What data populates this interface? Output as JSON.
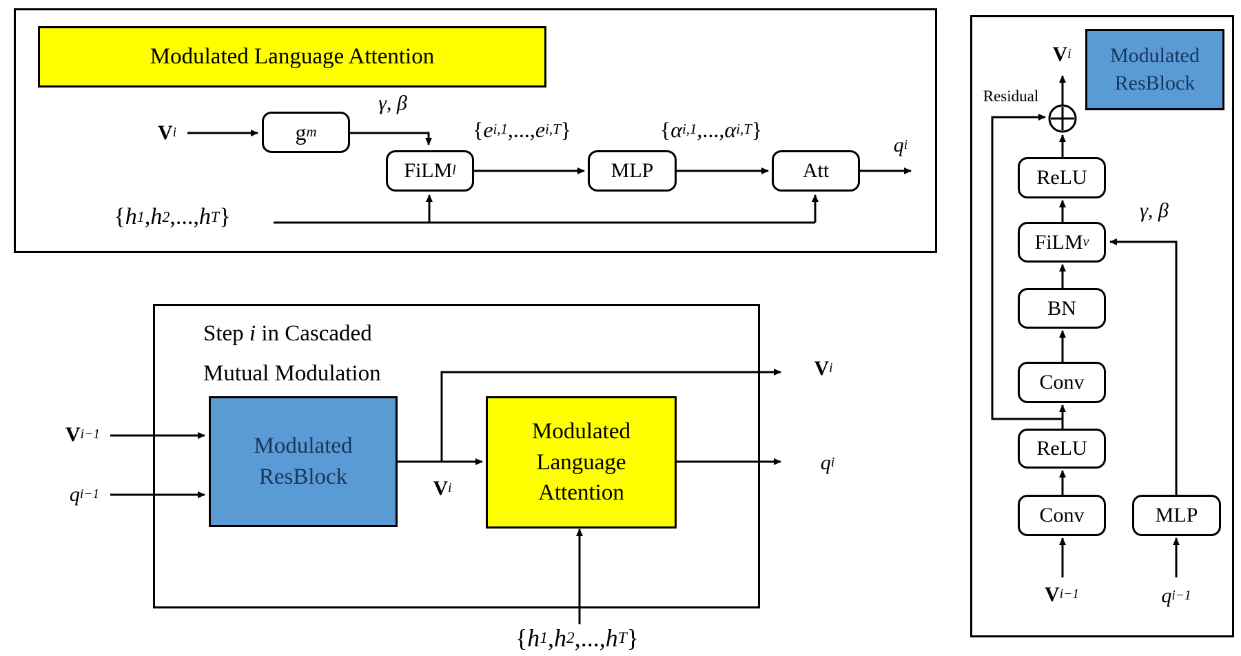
{
  "colors": {
    "highlight_yellow": "#ffff00",
    "block_blue": "#5b9bd5",
    "line_black": "#000000",
    "blue_box_text": "#17375e"
  },
  "mla_panel": {
    "banner": "Modulated Language Attention",
    "v_input": "**V**_{i}",
    "gm": "g_{m}",
    "gamma_beta": "γ, β",
    "film": "FiLM^{l}",
    "e_set": "{*e*_{i,1},...,*e*_{i,T}}",
    "alpha_set": "{*α*_{i,1},...,*α*_{i,T}}",
    "mlp": "MLP",
    "att": "Att",
    "q_output": "*q*_{i}",
    "h_set": "{*h*_{1},*h*_{2},...,*h*_{T}}"
  },
  "cmm_panel": {
    "caption_line1": "Step *i*  in Cascaded",
    "caption_line2": "Mutual Modulation",
    "v_input": "**V**_{i−1}",
    "q_input": "*q*_{i−1}",
    "resblock": "Modulated ResBlock",
    "v_mid": "**V**_{i}",
    "mla": "Modulated Language Attention",
    "v_output": "**V**_{i}",
    "q_output": "*q*_{i}",
    "h_set": "{*h*_{1},*h*_{2},...,*h*_{T}}"
  },
  "resblock_panel": {
    "title": "Modulated ResBlock",
    "v_output": "**V**_{i}",
    "residual": "Residual",
    "relu_top": "ReLU",
    "gamma_beta": "γ, β",
    "film": "FiLM^{v}",
    "bn": "BN",
    "conv_top": "Conv",
    "relu_bottom": "ReLU",
    "conv_bottom": "Conv",
    "mlp": "MLP",
    "v_input": "**V**_{i−1}",
    "q_input": "*q*_{i−1}"
  }
}
